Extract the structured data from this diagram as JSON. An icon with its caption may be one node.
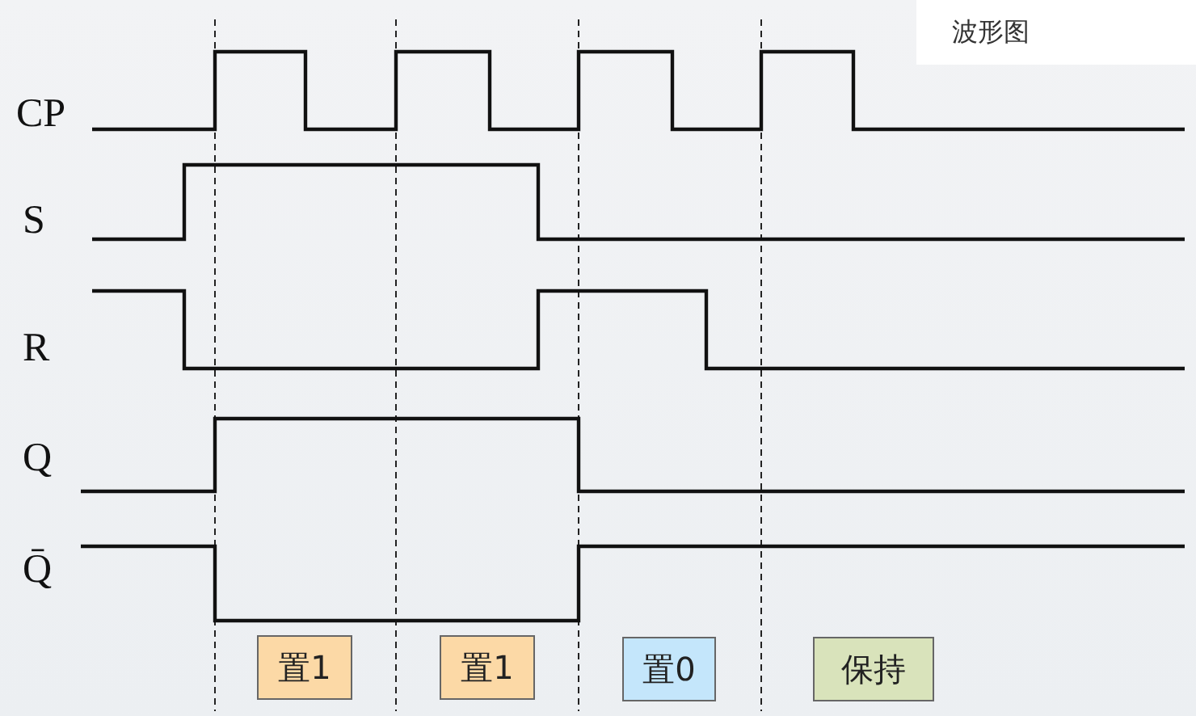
{
  "diagram": {
    "title": "波形图",
    "nodes": [
      {
        "text": [
          "置1"
        ]
      },
      {
        "text": [
          "置1"
        ]
      },
      {
        "text": [
          "置0"
        ]
      },
      {
        "text": [
          "保持"
        ]
      }
    ],
    "labels": [
      "CP",
      "S",
      "R",
      "Q",
      "Q̄"
    ]
  }
}
